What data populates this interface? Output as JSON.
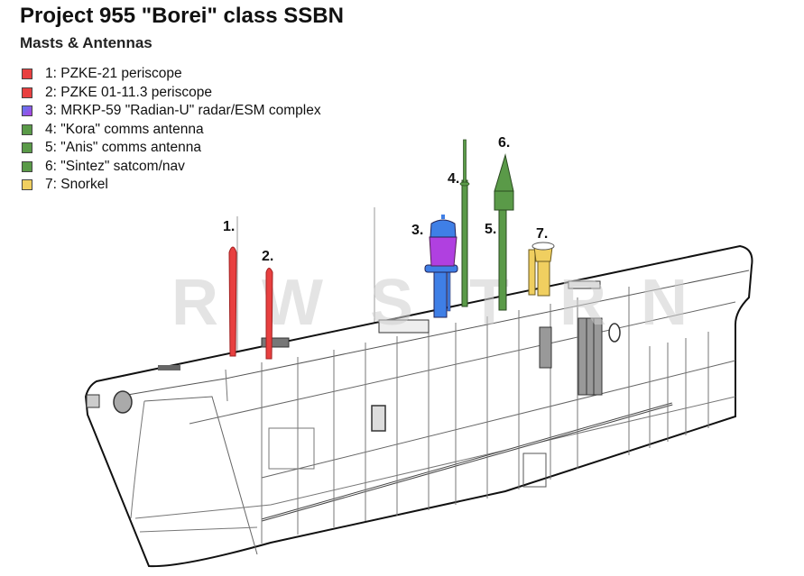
{
  "title": "Project 955 \"Borei\" class SSBN",
  "subtitle": "Masts & Antennas",
  "legend": [
    {
      "label": "1: PZKE-21 periscope",
      "color": "#e84040"
    },
    {
      "label": "2: PZKE 01-11.3 periscope",
      "color": "#e84040"
    },
    {
      "label": "3: MRKP-59 \"Radian-U\" radar/ESM complex",
      "color": "#7a5cf0"
    },
    {
      "label": "4: \"Kora\" comms antenna",
      "color": "#5a9a48"
    },
    {
      "label": "5: \"Anis\" comms antenna",
      "color": "#5a9a48"
    },
    {
      "label": "6: \"Sintez\" satcom/nav",
      "color": "#5a9a48"
    },
    {
      "label": "7: Snorkel",
      "color": "#f0cf60"
    }
  ],
  "markers": [
    "1.",
    "2.",
    "3.",
    "4.",
    "5.",
    "6.",
    "7."
  ],
  "watermark": "R W S T R N"
}
